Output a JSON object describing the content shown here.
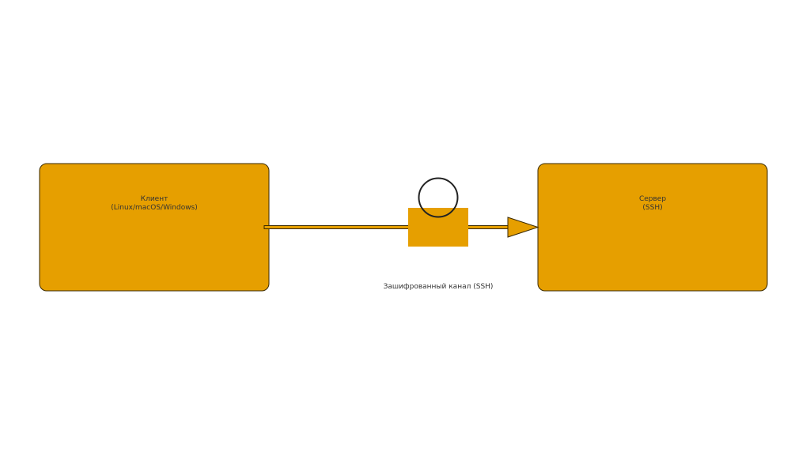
{
  "colors": {
    "box_fill": "#E69F00",
    "stroke": "#222222",
    "text": "#333333",
    "background": "#FFFFFF"
  },
  "client": {
    "title": "Клиент",
    "subtitle": "(Linux/macOS/Windows)"
  },
  "server": {
    "title": "Сервер",
    "subtitle": "(SSH)"
  },
  "channel": {
    "label": "Зашифрованный канал (SSH)",
    "icon": "lock-icon"
  }
}
